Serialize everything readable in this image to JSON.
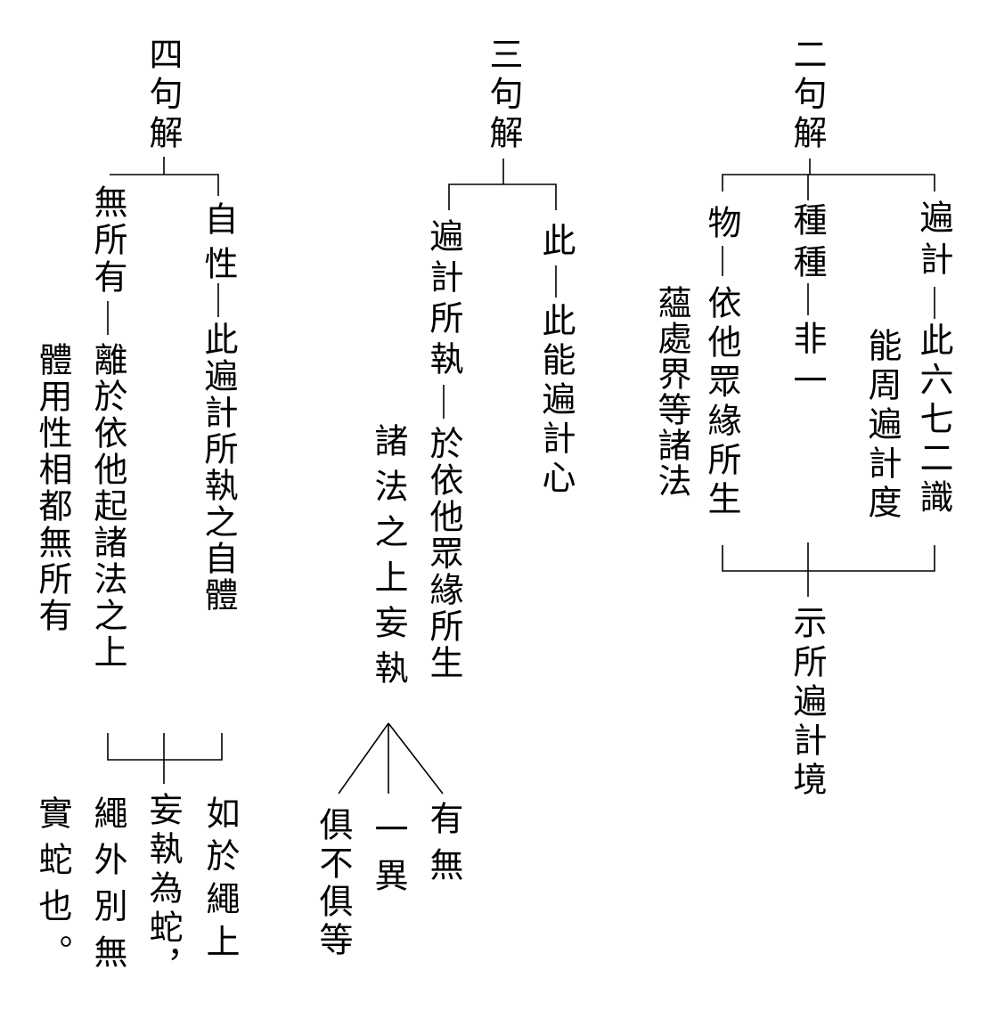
{
  "col2": {
    "header": "二句解",
    "branch_pervasive": "遍計",
    "text_pervasive_1": "此六七二識",
    "text_pervasive_2": "能周遍計度",
    "branch_various": "種種",
    "text_various": "非一",
    "branch_thing": "物",
    "text_thing_1": "依他眾緣所生",
    "text_thing_2": "蘊處界等諸法",
    "conclusion": "示所遍計境"
  },
  "col3": {
    "header": "三句解",
    "branch_this": "此",
    "text_this": "此能遍計心",
    "branch_grasped": "遍計所執",
    "text_grasped_1": "於依他眾緣所生",
    "text_grasped_2": "諸法之上妄執",
    "leaf_existence": "有無",
    "leaf_identity": "一異",
    "leaf_both": "俱不俱等"
  },
  "col4": {
    "header": "四句解",
    "branch_self": "自性",
    "text_self": "此遍計所執之自體",
    "branch_none": "無所有",
    "text_none_1": "離於依他起諸法之上",
    "text_none_2": "體用性相都無所有",
    "analogy_1": "如於繩上",
    "analogy_2": "妄執為蛇，",
    "analogy_3": "繩外別無",
    "analogy_4": "實蛇也。"
  }
}
